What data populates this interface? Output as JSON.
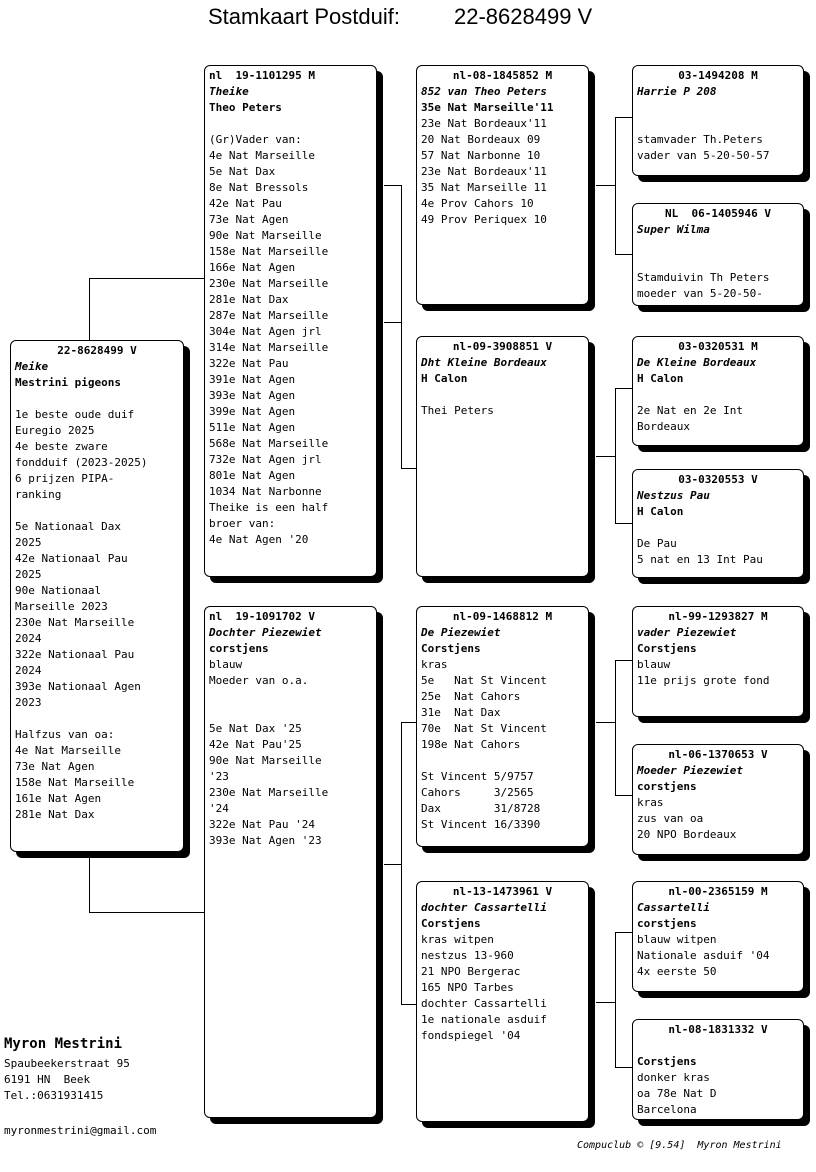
{
  "title": {
    "label": "Stamkaart Postduif:",
    "ring": "22-8628499 V"
  },
  "subject": {
    "header": "22-8628499 V",
    "name": "Meike",
    "owner": "Mestrini pigeons",
    "lines": [
      "",
      "1e beste oude duif",
      "Euregio 2025",
      "4e beste zware",
      "fondduif (2023-2025)",
      "6 prijzen PIPA-",
      "ranking",
      "",
      "5e Nationaal Dax",
      "2025",
      "42e Nationaal Pau",
      "2025",
      "90e Nationaal",
      "Marseille 2023",
      "230e Nat Marseille",
      "2024",
      "322e Nationaal Pau",
      "2024",
      "393e Nationaal Agen",
      "2023",
      "",
      "Halfzus van oa:",
      "4e Nat Marseille",
      "73e Nat Agen",
      "158e Nat Marseille",
      "161e Nat Agen",
      "281e Nat Dax"
    ]
  },
  "father": {
    "header": "nl  19-1101295 M",
    "name": "Theike",
    "owner": "Theo Peters",
    "lines": [
      "",
      "(Gr)Vader van:",
      "4e Nat Marseille",
      "5e Nat Dax",
      "8e Nat Bressols",
      "42e Nat Pau",
      "73e Nat Agen",
      "90e Nat Marseille",
      "158e Nat Marseille",
      "166e Nat Agen",
      "230e Nat Marseille",
      "281e Nat Dax",
      "287e Nat Marseille",
      "304e Nat Agen jrl",
      "314e Nat Marseille",
      "322e Nat Pau",
      "391e Nat Agen",
      "393e Nat Agen",
      "399e Nat Agen",
      "511e Nat Agen",
      "568e Nat Marseille",
      "732e Nat Agen jrl",
      "801e Nat Agen",
      "1034 Nat Narbonne",
      "Theike is een half",
      "broer van:",
      "4e Nat Agen '20"
    ]
  },
  "mother": {
    "header": "nl  19-1091702 V",
    "name": "Dochter Piezewiet",
    "owner": "corstjens",
    "lines": [
      "blauw",
      "Moeder van o.a.",
      "",
      "",
      "5e Nat Dax '25",
      "42e Nat Pau'25",
      "90e Nat Marseille",
      "'23",
      "230e Nat Marseille",
      "'24",
      "322e Nat Pau '24",
      "393e Nat Agen '23"
    ]
  },
  "ff": {
    "header": "nl-08-1845852 M",
    "name": "852 van Theo Peters",
    "owner": "35e Nat Marseille'11",
    "lines": [
      "23e Nat Bordeaux'11",
      "20 Nat Bordeaux 09",
      "57 Nat Narbonne 10",
      "23e Nat Bordeaux'11",
      "35 Nat Marseille 11",
      "4e Prov Cahors 10",
      "49 Prov Periquex 10"
    ]
  },
  "fm": {
    "header": "nl-09-3908851 V",
    "name": "Dht Kleine Bordeaux",
    "owner": "H Calon",
    "lines": [
      "",
      "Thei Peters"
    ]
  },
  "mf": {
    "header": "nl-09-1468812 M",
    "name": "De Piezewiet",
    "owner": "Corstjens",
    "lines": [
      "kras",
      "5e   Nat St Vincent",
      "25e  Nat Cahors",
      "31e  Nat Dax",
      "70e  Nat St Vincent",
      "198e Nat Cahors",
      "",
      "St Vincent 5/9757",
      "Cahors     3/2565",
      "Dax        31/8728",
      "St Vincent 16/3390"
    ]
  },
  "mm": {
    "header": "nl-13-1473961 V",
    "name": "dochter Cassartelli",
    "owner": "Corstjens",
    "lines": [
      "kras witpen",
      "nestzus 13-960",
      "21 NPO Bergerac",
      "165 NPO Tarbes",
      "dochter Cassartelli",
      "1e nationale asduif",
      "fondspiegel '04"
    ]
  },
  "fff": {
    "header": "03-1494208 M",
    "name": "Harrie P 208",
    "owner": "",
    "lines": [
      "",
      "stamvader Th.Peters",
      "vader van 5-20-50-57"
    ]
  },
  "ffm": {
    "header": "NL  06-1405946 V",
    "name": "Super Wilma",
    "owner": "",
    "lines": [
      "",
      "Stamduivin Th Peters",
      "moeder van 5-20-50-"
    ]
  },
  "fmf": {
    "header": "03-0320531 M",
    "name": "De Kleine Bordeaux",
    "owner": "H Calon",
    "lines": [
      "",
      "2e Nat en 2e Int",
      "Bordeaux"
    ]
  },
  "fmm": {
    "header": "03-0320553 V",
    "name": "Nestzus Pau",
    "owner": "H Calon",
    "lines": [
      "",
      "De Pau",
      "5 nat en 13 Int Pau"
    ]
  },
  "mff": {
    "header": "nl-99-1293827 M",
    "name": "vader Piezewiet",
    "owner": "Corstjens",
    "lines": [
      "blauw",
      "11e prijs grote fond"
    ]
  },
  "mfm": {
    "header": "nl-06-1370653 V",
    "name": "Moeder Piezewiet",
    "owner": "corstjens",
    "lines": [
      "kras",
      "zus van oa",
      "20 NPO Bordeaux"
    ]
  },
  "mmf": {
    "header": "nl-00-2365159 M",
    "name": "Cassartelli",
    "owner": "corstjens",
    "lines": [
      "blauw witpen",
      "Nationale asduif '04",
      "4x eerste 50"
    ]
  },
  "mmm": {
    "header": "nl-08-1831332 V",
    "name": "",
    "owner": "Corstjens",
    "lines": [
      "donker kras",
      "oa 78e Nat D",
      "Barcelona"
    ]
  },
  "owner": {
    "name": "Myron Mestrini",
    "street": "Spaubeekerstraat 95",
    "city": "6191 HN  Beek",
    "phone": "Tel.:0631931415",
    "email": "myronmestrini@gmail.com"
  },
  "footer": "Compuclub © [9.54]  Myron Mestrini"
}
